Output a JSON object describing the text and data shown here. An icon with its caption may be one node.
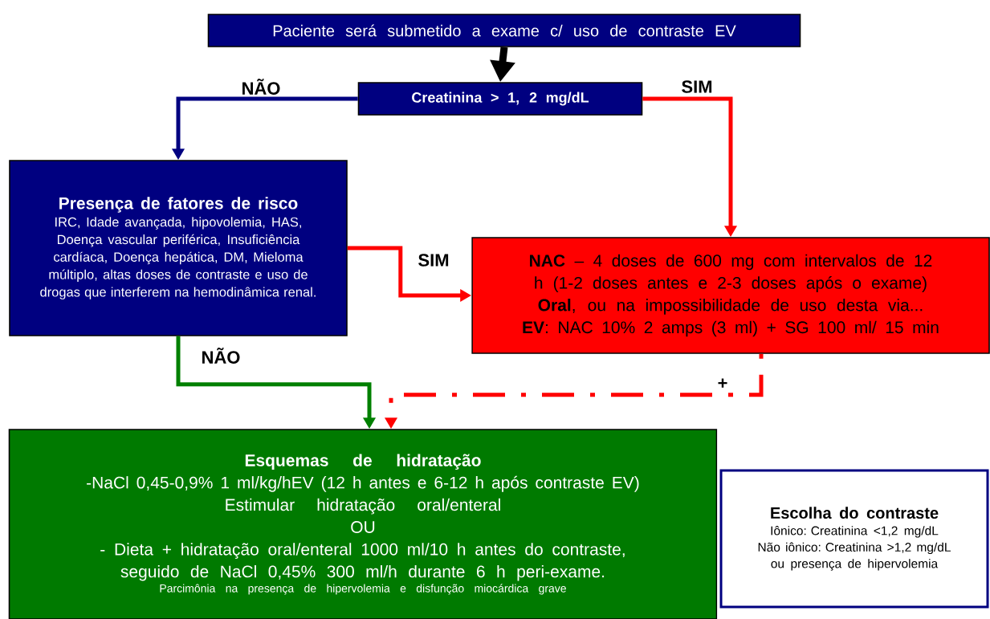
{
  "diagram": {
    "nodes": [
      {
        "text": [
          "Paciente será submetido a exame c/ uso de contraste EV"
        ]
      },
      {
        "text": [
          "Creatinina > 1, 2 mg/dL"
        ]
      },
      {
        "text": [
          "Presença de fatores de risco",
          "IRC, Idade avançada, hipovolemia, HAS, Doença vascular periférica, Insuficiência cardíaca, Doença hepática, DM, Mieloma múltiplo, altas doses de contraste e uso de drogas que interferem na hemodinâmica renal."
        ]
      },
      {
        "text": [
          "**NAC** – 4 doses de 600 mg com intervalos de 12 h (1-2 doses antes e 2-3 doses após o exame)",
          "**Oral**, ou na impossibilidade de uso desta via...",
          "**EV**: NAC 10% 2 amps (3 ml) + SG 100 ml/ 15 min"
        ]
      },
      {
        "text": [
          "Esquemas de hidratação",
          "-NaCl 0,45-0,9% 1 ml/kg/hEV (12 h antes e 6-12 h após contraste EV)",
          "Estimular hidratação oral/enteral",
          "OU",
          "- Dieta + hidratação oral/enteral 1000 ml/10 h antes do contraste, seguido de NaCl 0,45% 300 ml/h durante 6 h peri-exame.",
          "Parcimônia na presença de hipervolemia e disfunção miocárdica grave"
        ]
      },
      {
        "text": [
          "Escolha do contraste",
          "Iônico: Creatinina <1,2 mg/dL",
          "Não iônico: Creatinina >1,2 mg/dL ou presença de hipervolemia"
        ]
      }
    ],
    "edges": [
      {
        "from": 0,
        "to": 1,
        "arrow": "to",
        "style": "thick",
        "color": "#000000"
      },
      {
        "from": 1,
        "to": 2,
        "arrow": "to",
        "label": "NÃO",
        "color": "#000080"
      },
      {
        "from": 1,
        "to": 3,
        "arrow": "to",
        "label": "SIM"
      },
      {
        "from": 2,
        "to": 3,
        "arrow": "to",
        "label": "SIM"
      },
      {
        "from": 2,
        "to": 4,
        "arrow": "to",
        "label": "NÃO",
        "color": "#008000"
      },
      {
        "from": 3,
        "to": 4,
        "arrow": "to",
        "label": "+",
        "style": "dashed"
      }
    ]
  }
}
